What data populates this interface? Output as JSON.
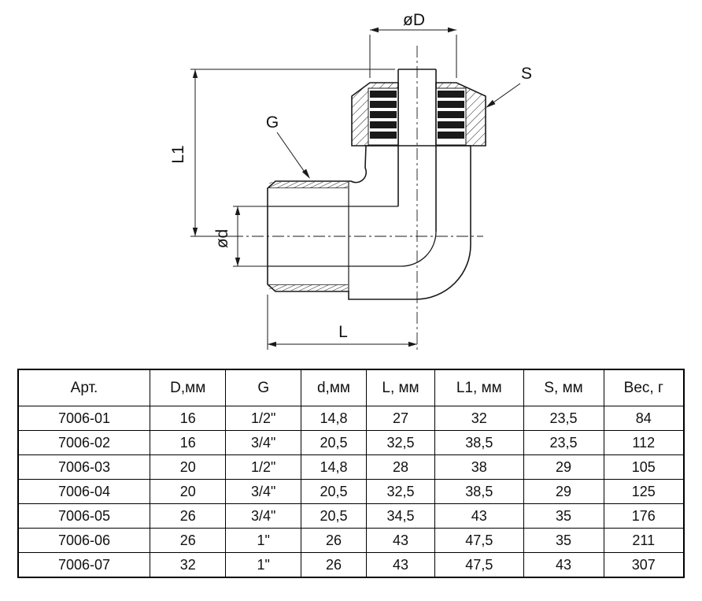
{
  "drawing": {
    "labels": {
      "dim_outer_diameter": "øD",
      "dim_nut_size": "S",
      "dim_thread": "G",
      "dim_height": "L1",
      "dim_inner_diameter": "ød",
      "dim_length": "L"
    }
  },
  "table": {
    "headers": [
      "Арт.",
      "D,мм",
      "G",
      "d,мм",
      "L, мм",
      "L1, мм",
      "S, мм",
      "Вес, г"
    ],
    "rows": [
      [
        "7006-01",
        "16",
        "1/2\"",
        "14,8",
        "27",
        "32",
        "23,5",
        "84"
      ],
      [
        "7006-02",
        "16",
        "3/4\"",
        "20,5",
        "32,5",
        "38,5",
        "23,5",
        "112"
      ],
      [
        "7006-03",
        "20",
        "1/2\"",
        "14,8",
        "28",
        "38",
        "29",
        "105"
      ],
      [
        "7006-04",
        "20",
        "3/4\"",
        "20,5",
        "32,5",
        "38,5",
        "29",
        "125"
      ],
      [
        "7006-05",
        "26",
        "3/4\"",
        "20,5",
        "34,5",
        "43",
        "35",
        "176"
      ],
      [
        "7006-06",
        "26",
        "1\"",
        "26",
        "43",
        "47,5",
        "35",
        "211"
      ],
      [
        "7006-07",
        "32",
        "1\"",
        "26",
        "43",
        "47,5",
        "43",
        "307"
      ]
    ]
  }
}
